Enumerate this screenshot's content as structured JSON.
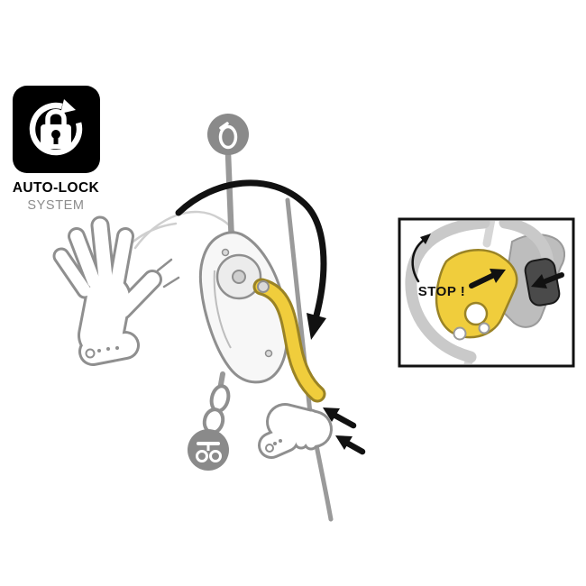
{
  "badge": {
    "line1": "AUTO-LOCK",
    "line2": "SYSTEM"
  },
  "inset": {
    "stop_label": "STOP !"
  },
  "colors": {
    "badge_black": "#000000",
    "text_gray": "#8c8c8c",
    "handle_yellow": "#f0cd3c",
    "cam_yellow": "#f0cd3c",
    "yellow_outline": "#9a8325",
    "rope_gray": "#999999",
    "outline_gray": "#8f8f8f",
    "light_gray": "#c9c9c9",
    "circle_icon_gray": "#8a8a8a",
    "button_dark": "#4a4a4a",
    "arrow_black": "#111111"
  },
  "icons": {
    "autolock_badge_icon": "padlock inside circular rotation arrow",
    "anchor_point_icon": "carabiner pictogram in gray circle",
    "harness_icon": "harness pictogram in gray circle",
    "rotation_arrow": "large curved black arrow (handle rotation)",
    "grip_arrows": "two black arrows pointing at braking hand",
    "stop_arrow": "black arrow toward locking cam",
    "button_arrow": "black arrow toward dark button",
    "cam_rotation_arrow": "small curved arrow showing cam pivot"
  }
}
